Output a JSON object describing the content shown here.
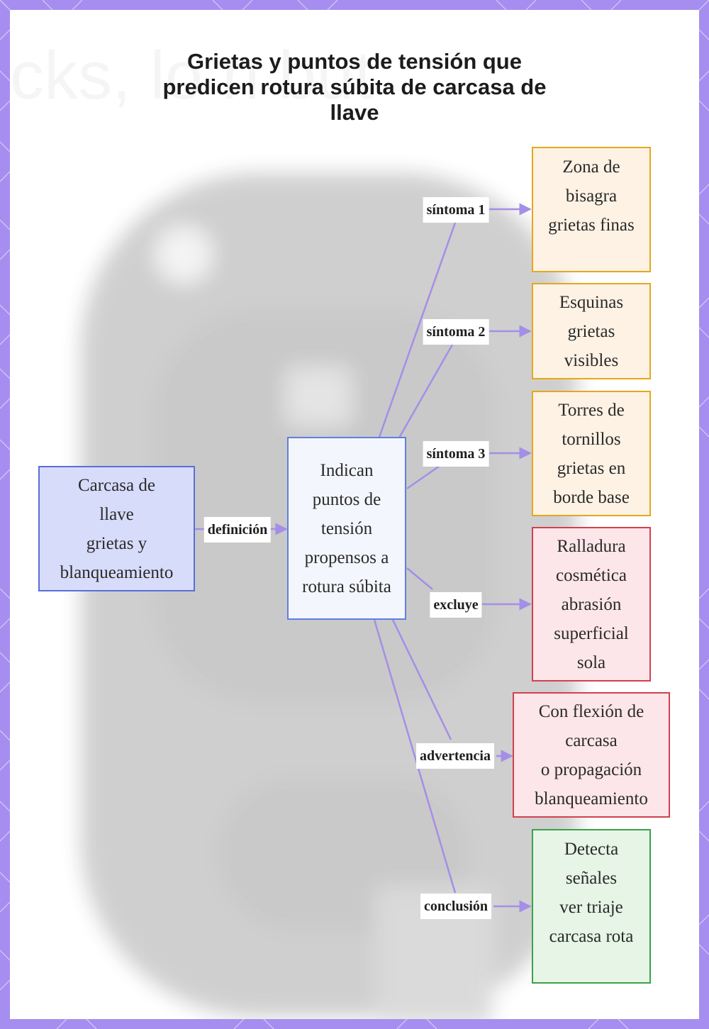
{
  "title": "Grietas y puntos de tensión que\npredicen rotura súbita de carcasa de\nllave",
  "watermark_text": "cks, lo                 n but",
  "colors": {
    "frame": "#a68ef0",
    "line": "#a58ee8",
    "blue_fill": "#d8dcfb",
    "blue_border": "#5a6ed8",
    "center_fill": "#f4f6fe",
    "center_border": "#5f7fe0",
    "orange_fill": "#fef2e4",
    "orange_border": "#e4a81c",
    "red_fill": "#fde6ea",
    "red_border": "#d2404f",
    "green_fill": "#e6f5e6",
    "green_border": "#3aa24a"
  },
  "nodes": {
    "root": {
      "text": "Carcasa de\nllave\ngrietas y\nblanqueamiento"
    },
    "center": {
      "text": "Indican\npuntos de\ntensión\npropensos a\nrotura súbita"
    },
    "hinge": {
      "text": "Zona de\nbisagra\ngrietas finas"
    },
    "corners": {
      "text": "Esquinas\ngrietas\nvisibles"
    },
    "towers": {
      "text": "Torres de\ntornillos\ngrietas en\nborde base"
    },
    "scratch": {
      "text": "Ralladura\ncosmética\nabrasión\nsuperficial\nsola"
    },
    "flex": {
      "text": "Con flexión de\ncarcasa\no propagación\nblanqueamiento"
    },
    "detect": {
      "text": "Detecta\nseñales\nver triaje\ncarcasa rota"
    }
  },
  "edges": {
    "definition": "definición",
    "symptom1": "síntoma 1",
    "symptom2": "síntoma 2",
    "symptom3": "síntoma 3",
    "excludes": "excluye",
    "warning": "advertencia",
    "conclusion": "conclusión"
  }
}
